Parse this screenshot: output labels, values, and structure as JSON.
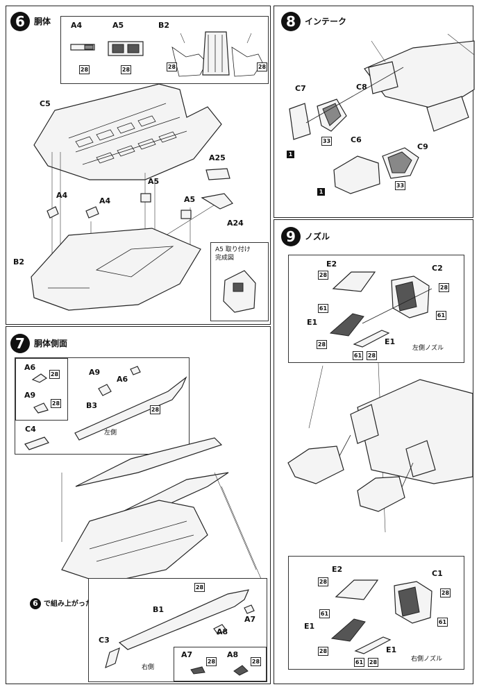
{
  "step6": {
    "number": "6",
    "title": "胴体",
    "labels": {
      "a4_top": "A4",
      "a5_top": "A5",
      "b2_top": "B2",
      "c5": "C5",
      "a4_left": "A4",
      "a4_mid": "A4",
      "a5_mid": "A5",
      "a5_right": "A5",
      "a25": "A25",
      "a24": "A24",
      "b2_bottom": "B2"
    },
    "inset_note": "A5 取り付け\n完成図",
    "color_codes": {
      "a4": "28",
      "a5": "28",
      "b2_left": "28",
      "b2_right": "28"
    }
  },
  "step7": {
    "number": "7",
    "title": "胴体側面",
    "labels": {
      "a6": "A6",
      "a9": "A9",
      "a9_b": "A9",
      "a6_b": "A6",
      "b3": "B3",
      "c4": "C4",
      "b1": "B1",
      "c3": "C3",
      "a7": "A7",
      "a8": "A8",
      "a7_b": "A7",
      "a8_b": "A8"
    },
    "side_left": "左側",
    "side_right": "右側",
    "assembled_num": "6",
    "assembled_text": "で組み上がった胴体",
    "color_codes": {
      "a6": "28",
      "a9": "28",
      "a9_b": "28",
      "b1": "28",
      "a7": "28",
      "a8": "28"
    }
  },
  "step8": {
    "number": "8",
    "title": "インテーク",
    "labels": {
      "c7": "C7",
      "c8": "C8",
      "c6": "C6",
      "c9": "C9"
    },
    "color_codes": {
      "c8": "33",
      "c9": "33"
    },
    "black_codes": {
      "c7": "1",
      "c6": "1"
    }
  },
  "step9": {
    "number": "9",
    "title": "ノズル",
    "labels": {
      "e2": "E2",
      "c2": "C2",
      "e1": "E1",
      "e1_b": "E1",
      "e2_b": "E2",
      "c1": "C1",
      "e1_c": "E1",
      "e1_d": "E1"
    },
    "left_nozzle": "左側ノズル",
    "right_nozzle": "右側ノズル",
    "color_codes": {
      "e2": "28",
      "c2": "28",
      "c2_61": "61",
      "e1_61": "61",
      "e1_28": "28",
      "e1b_61": "61",
      "e1b_28": "28",
      "e2b": "28",
      "c1": "28",
      "c1_61": "61",
      "e1c_61": "61",
      "e1c_28": "28",
      "e1d_61": "61",
      "e1d_28": "28"
    }
  },
  "colors": {
    "ink": "#111111",
    "paper": "#ffffff",
    "mid_grey": "#888888"
  }
}
